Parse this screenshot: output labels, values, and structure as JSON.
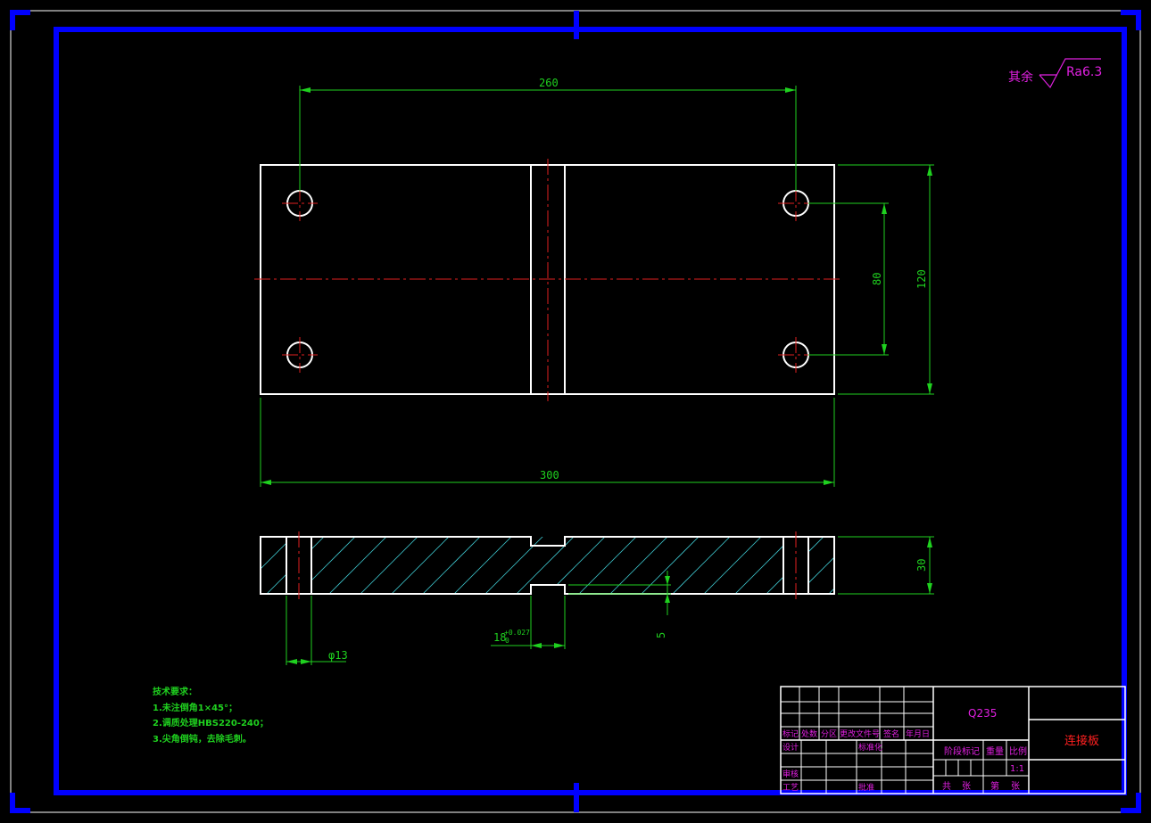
{
  "dimensions": {
    "top_length": "260",
    "overall_length": "300",
    "hole_spacing": "80",
    "width": "120",
    "thickness": "30",
    "slot_width_base": "18",
    "slot_tol_upper": "+0.027",
    "slot_tol_lower": "0",
    "slot_depth": "5",
    "hole_diameter": "φ13"
  },
  "roughness": {
    "label": "其余",
    "value": "Ra6.3"
  },
  "tech_notes": {
    "title": "技术要求：",
    "items": [
      "1.未注倒角1×45°；",
      "2.调质处理HBS220-240；",
      "3.尖角倒钝，去除毛刺。"
    ]
  },
  "title_block": {
    "material": "Q235",
    "part_name": "连接板",
    "scale": "1:1",
    "row_headers": [
      "标记",
      "处数",
      "分区",
      "更改文件号",
      "签名",
      "年月日"
    ],
    "design": "设计",
    "standardize": "标准化",
    "review": "审核",
    "process": "工艺",
    "approve": "批准",
    "stage_mark": "阶段标记",
    "weight": "重量",
    "ratio": "比例",
    "sheets_total": "共",
    "sheets_unit": "张",
    "sheet_no": "第",
    "sheet_unit2": "张"
  }
}
